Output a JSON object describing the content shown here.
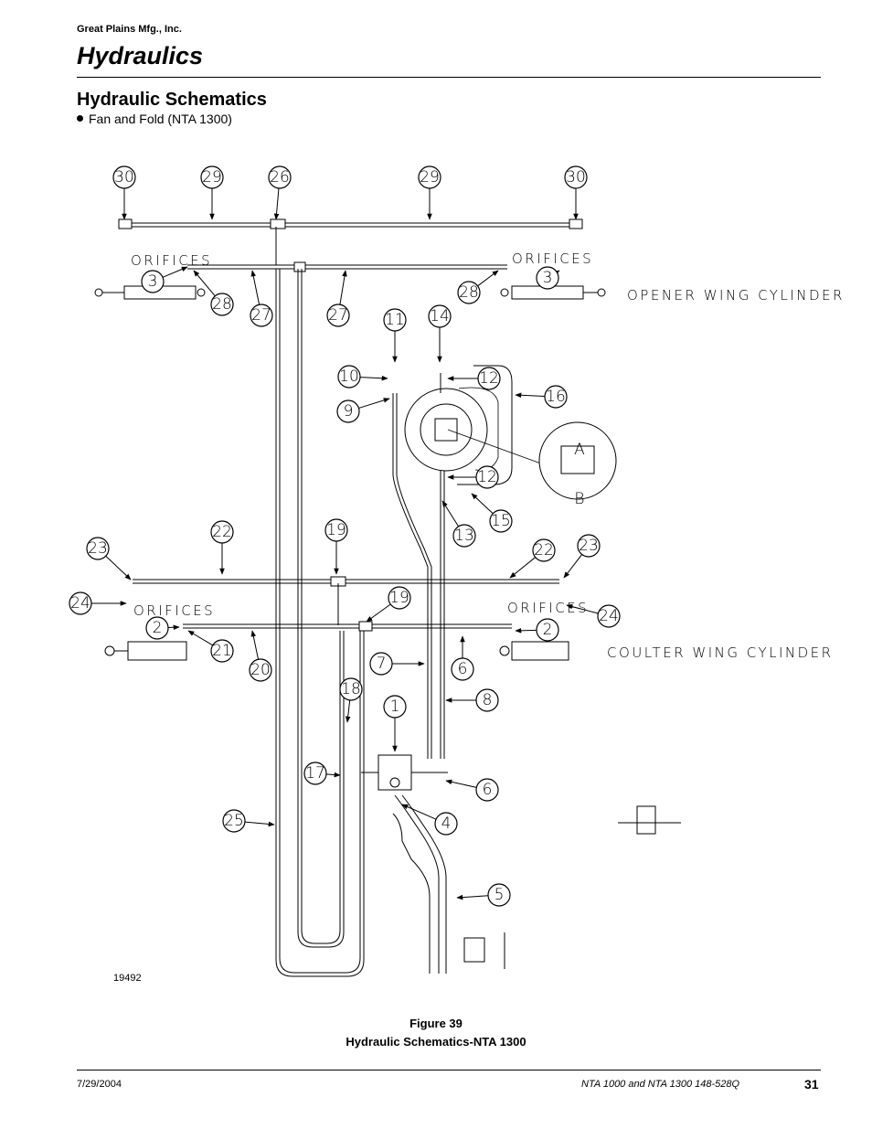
{
  "header": {
    "company": "Great Plains Mfg., Inc.",
    "section": "Hydraulics",
    "subsection": "Hydraulic Schematics",
    "bullet": "Fan and Fold (NTA 1300)"
  },
  "diagram": {
    "labels": {
      "orifices": "ORIFICES",
      "opener": "OPENER WING CYLINDER",
      "coulter": "COULTER WING CYLINDER"
    },
    "callouts": [
      "30",
      "29",
      "26",
      "29",
      "30",
      "3",
      "28",
      "27",
      "27",
      "28",
      "3",
      "11",
      "14",
      "10",
      "12",
      "9",
      "16",
      "12",
      "15",
      "13",
      "22",
      "19",
      "23",
      "22",
      "23",
      "24",
      "2",
      "21",
      "20",
      "19",
      "2",
      "24",
      "7",
      "6",
      "18",
      "8",
      "1",
      "17",
      "6",
      "25",
      "4",
      "5",
      "B",
      "A"
    ],
    "drawing_number": "19492"
  },
  "figure": {
    "number": "Figure 39",
    "title": "Hydraulic Schematics-NTA 1300"
  },
  "footer": {
    "date": "7/29/2004",
    "doc": "NTA 1000 and NTA 1300     148-528Q",
    "page": "31"
  }
}
